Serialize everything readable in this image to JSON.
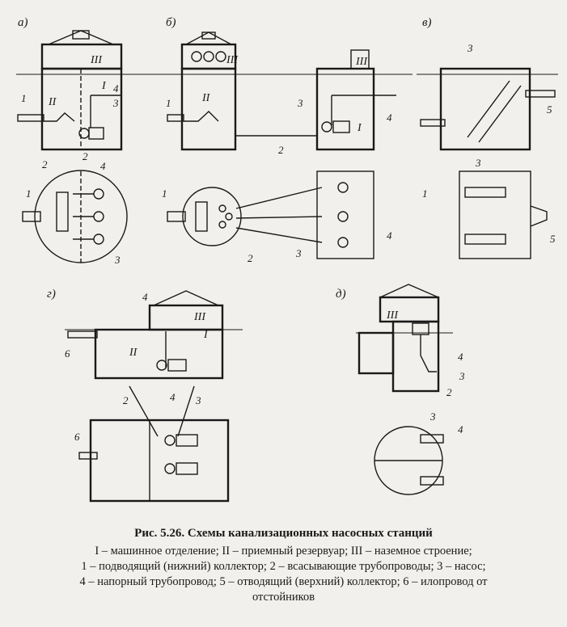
{
  "panels": {
    "a": "а)",
    "b": "б)",
    "v": "в)",
    "g": "г)",
    "d": "д)"
  },
  "roman": {
    "I": "I",
    "II": "II",
    "III": "III"
  },
  "numbers": {
    "n1": "1",
    "n2": "2",
    "n3": "3",
    "n4": "4",
    "n5": "5",
    "n6": "6"
  },
  "caption": {
    "title": "Рис. 5.26. Схемы канализационных насосных станций",
    "line1": "I – машинное отделение; II – приемный резервуар; III – наземное строение;",
    "line2": "1 – подводящий (нижний) коллектор; 2 – всасывающие трубопроводы; 3 – насос;",
    "line3": "4 – напорный трубопровод; 5 – отводящий (верхний) коллектор; 6 – илопровод от",
    "line4": "отстойников"
  }
}
